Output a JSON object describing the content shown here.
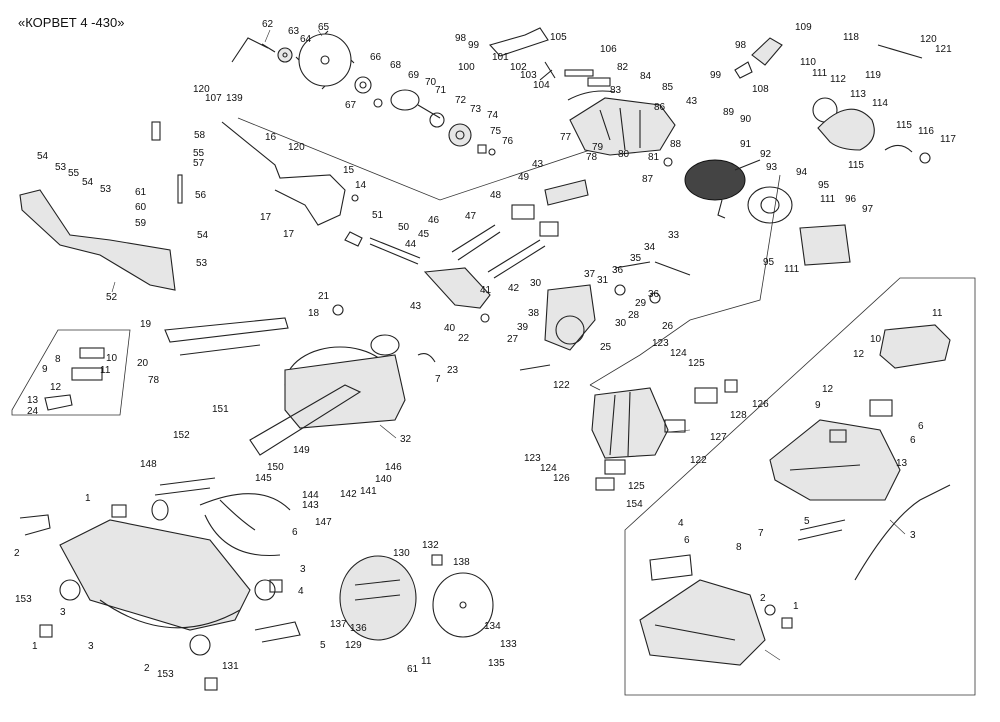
{
  "title": "«КОРВЕТ  4 -430»",
  "callouts": [
    {
      "id": "c62",
      "text": "62"
    },
    {
      "id": "c63",
      "text": "63"
    },
    {
      "id": "c64",
      "text": "64"
    },
    {
      "id": "c65",
      "text": "65"
    },
    {
      "id": "c66",
      "text": "66"
    },
    {
      "id": "c67",
      "text": "67"
    },
    {
      "id": "c68",
      "text": "68"
    },
    {
      "id": "c69",
      "text": "69"
    },
    {
      "id": "c70",
      "text": "70"
    },
    {
      "id": "c71",
      "text": "71"
    },
    {
      "id": "c72",
      "text": "72"
    },
    {
      "id": "c73",
      "text": "73"
    },
    {
      "id": "c74",
      "text": "74"
    },
    {
      "id": "c75",
      "text": "75"
    },
    {
      "id": "c76",
      "text": "76"
    },
    {
      "id": "c98a",
      "text": "98"
    },
    {
      "id": "c99a",
      "text": "99"
    },
    {
      "id": "c100",
      "text": "100"
    },
    {
      "id": "c101",
      "text": "101"
    },
    {
      "id": "c102",
      "text": "102"
    },
    {
      "id": "c103",
      "text": "103"
    },
    {
      "id": "c104",
      "text": "104"
    },
    {
      "id": "c105",
      "text": "105"
    },
    {
      "id": "c106",
      "text": "106"
    },
    {
      "id": "c82",
      "text": "82"
    },
    {
      "id": "c84",
      "text": "84"
    },
    {
      "id": "c83",
      "text": "83"
    },
    {
      "id": "c85",
      "text": "85"
    },
    {
      "id": "c86",
      "text": "86"
    },
    {
      "id": "c77",
      "text": "77"
    },
    {
      "id": "c79",
      "text": "79"
    },
    {
      "id": "c78",
      "text": "78"
    },
    {
      "id": "c80",
      "text": "80"
    },
    {
      "id": "c81",
      "text": "81"
    },
    {
      "id": "c87",
      "text": "87"
    },
    {
      "id": "c88",
      "text": "88"
    },
    {
      "id": "c89",
      "text": "89"
    },
    {
      "id": "c90",
      "text": "90"
    },
    {
      "id": "c91",
      "text": "91"
    },
    {
      "id": "c92",
      "text": "92"
    },
    {
      "id": "c93",
      "text": "93"
    },
    {
      "id": "c94",
      "text": "94"
    },
    {
      "id": "c43a",
      "text": "43"
    },
    {
      "id": "c99b",
      "text": "99"
    },
    {
      "id": "c98b",
      "text": "98"
    },
    {
      "id": "c108",
      "text": "108"
    },
    {
      "id": "c109",
      "text": "109"
    },
    {
      "id": "c110",
      "text": "110"
    },
    {
      "id": "c111a",
      "text": "111"
    },
    {
      "id": "c112",
      "text": "112"
    },
    {
      "id": "c113",
      "text": "113"
    },
    {
      "id": "c114",
      "text": "114"
    },
    {
      "id": "c118",
      "text": "118"
    },
    {
      "id": "c119",
      "text": "119"
    },
    {
      "id": "c120a",
      "text": "120"
    },
    {
      "id": "c121",
      "text": "121"
    },
    {
      "id": "c115a",
      "text": "115"
    },
    {
      "id": "c116",
      "text": "116"
    },
    {
      "id": "c117",
      "text": "117"
    },
    {
      "id": "c115b",
      "text": "115"
    },
    {
      "id": "c95a",
      "text": "95"
    },
    {
      "id": "c111b",
      "text": "111"
    },
    {
      "id": "c96",
      "text": "96"
    },
    {
      "id": "c97",
      "text": "97"
    },
    {
      "id": "c95b",
      "text": "95"
    },
    {
      "id": "c111c",
      "text": "111"
    },
    {
      "id": "c120b",
      "text": "120"
    },
    {
      "id": "c107",
      "text": "107"
    },
    {
      "id": "c139",
      "text": "139"
    },
    {
      "id": "c58",
      "text": "58"
    },
    {
      "id": "c55",
      "text": "55"
    },
    {
      "id": "c57",
      "text": "57"
    },
    {
      "id": "c16",
      "text": "16"
    },
    {
      "id": "c120c",
      "text": "120"
    },
    {
      "id": "c54a",
      "text": "54"
    },
    {
      "id": "c53a",
      "text": "53"
    },
    {
      "id": "c55b",
      "text": "55"
    },
    {
      "id": "c54b",
      "text": "54"
    },
    {
      "id": "c53b",
      "text": "53"
    },
    {
      "id": "c61a",
      "text": "61"
    },
    {
      "id": "c56",
      "text": "56"
    },
    {
      "id": "c60",
      "text": "60"
    },
    {
      "id": "c59",
      "text": "59"
    },
    {
      "id": "c54c",
      "text": "54"
    },
    {
      "id": "c53c",
      "text": "53"
    },
    {
      "id": "c52",
      "text": "52"
    },
    {
      "id": "c15",
      "text": "15"
    },
    {
      "id": "c14",
      "text": "14"
    },
    {
      "id": "c17a",
      "text": "17"
    },
    {
      "id": "c17b",
      "text": "17"
    },
    {
      "id": "c51",
      "text": "51"
    },
    {
      "id": "c50",
      "text": "50"
    },
    {
      "id": "c46",
      "text": "46"
    },
    {
      "id": "c45",
      "text": "45"
    },
    {
      "id": "c44",
      "text": "44"
    },
    {
      "id": "c47",
      "text": "47"
    },
    {
      "id": "c48",
      "text": "48"
    },
    {
      "id": "c49",
      "text": "49"
    },
    {
      "id": "c43b",
      "text": "43"
    },
    {
      "id": "c42",
      "text": "42"
    },
    {
      "id": "c43c",
      "text": "43"
    },
    {
      "id": "c41",
      "text": "41"
    },
    {
      "id": "c40",
      "text": "40"
    },
    {
      "id": "c22",
      "text": "22"
    },
    {
      "id": "c21",
      "text": "21"
    },
    {
      "id": "c18",
      "text": "18"
    },
    {
      "id": "c19",
      "text": "19"
    },
    {
      "id": "c20",
      "text": "20"
    },
    {
      "id": "c78b",
      "text": "78"
    },
    {
      "id": "c8",
      "text": "8"
    },
    {
      "id": "c10a",
      "text": "10"
    },
    {
      "id": "c9a",
      "text": "9"
    },
    {
      "id": "c11a",
      "text": "11"
    },
    {
      "id": "c12a",
      "text": "12"
    },
    {
      "id": "c13a",
      "text": "13"
    },
    {
      "id": "c24",
      "text": "24"
    },
    {
      "id": "c23",
      "text": "23"
    },
    {
      "id": "c7a",
      "text": "7"
    },
    {
      "id": "c32",
      "text": "32"
    },
    {
      "id": "c33",
      "text": "33"
    },
    {
      "id": "c34",
      "text": "34"
    },
    {
      "id": "c35",
      "text": "35"
    },
    {
      "id": "c36a",
      "text": "36"
    },
    {
      "id": "c37",
      "text": "37"
    },
    {
      "id": "c30a",
      "text": "30"
    },
    {
      "id": "c31",
      "text": "31"
    },
    {
      "id": "c36b",
      "text": "36"
    },
    {
      "id": "c38",
      "text": "38"
    },
    {
      "id": "c39",
      "text": "39"
    },
    {
      "id": "c27",
      "text": "27"
    },
    {
      "id": "c28",
      "text": "28"
    },
    {
      "id": "c30b",
      "text": "30"
    },
    {
      "id": "c29",
      "text": "29"
    },
    {
      "id": "c26",
      "text": "26"
    },
    {
      "id": "c25",
      "text": "25"
    },
    {
      "id": "c122a",
      "text": "122"
    },
    {
      "id": "c123a",
      "text": "123"
    },
    {
      "id": "c124a",
      "text": "124"
    },
    {
      "id": "c125a",
      "text": "125"
    },
    {
      "id": "c126a",
      "text": "126"
    },
    {
      "id": "c128",
      "text": "128"
    },
    {
      "id": "c127",
      "text": "127"
    },
    {
      "id": "c122b",
      "text": "122"
    },
    {
      "id": "c123b",
      "text": "123"
    },
    {
      "id": "c124b",
      "text": "124"
    },
    {
      "id": "c126b",
      "text": "126"
    },
    {
      "id": "c125b",
      "text": "125"
    },
    {
      "id": "c154",
      "text": "154"
    },
    {
      "id": "c151",
      "text": "151"
    },
    {
      "id": "c152",
      "text": "152"
    },
    {
      "id": "c148",
      "text": "148"
    },
    {
      "id": "c149",
      "text": "149"
    },
    {
      "id": "c150",
      "text": "150"
    },
    {
      "id": "c145",
      "text": "145"
    },
    {
      "id": "c144",
      "text": "144"
    },
    {
      "id": "c143",
      "text": "143"
    },
    {
      "id": "c142",
      "text": "142"
    },
    {
      "id": "c141",
      "text": "141"
    },
    {
      "id": "c140",
      "text": "140"
    },
    {
      "id": "c146",
      "text": "146"
    },
    {
      "id": "c147",
      "text": "147"
    },
    {
      "id": "c6a",
      "text": "6"
    },
    {
      "id": "c3a",
      "text": "3"
    },
    {
      "id": "c1a",
      "text": "1"
    },
    {
      "id": "c2a",
      "text": "2"
    },
    {
      "id": "c153a",
      "text": "153"
    },
    {
      "id": "c3b",
      "text": "3"
    },
    {
      "id": "c4a",
      "text": "4"
    },
    {
      "id": "c3c",
      "text": "3"
    },
    {
      "id": "c1b",
      "text": "1"
    },
    {
      "id": "c5a",
      "text": "5"
    },
    {
      "id": "c2b",
      "text": "2"
    },
    {
      "id": "c153b",
      "text": "153"
    },
    {
      "id": "c131",
      "text": "131"
    },
    {
      "id": "c132",
      "text": "132"
    },
    {
      "id": "c130",
      "text": "130"
    },
    {
      "id": "c138",
      "text": "138"
    },
    {
      "id": "c137",
      "text": "137"
    },
    {
      "id": "c136",
      "text": "136"
    },
    {
      "id": "c129",
      "text": "129"
    },
    {
      "id": "c134",
      "text": "134"
    },
    {
      "id": "c133",
      "text": "133"
    },
    {
      "id": "c135",
      "text": "135"
    },
    {
      "id": "c61b",
      "text": "61"
    },
    {
      "id": "c11b",
      "text": "11"
    },
    {
      "id": "c11c",
      "text": "11"
    },
    {
      "id": "c10b",
      "text": "10"
    },
    {
      "id": "c12b",
      "text": "12"
    },
    {
      "id": "c12c",
      "text": "12"
    },
    {
      "id": "c9b",
      "text": "9"
    },
    {
      "id": "c6b",
      "text": "6"
    },
    {
      "id": "c6c",
      "text": "6"
    },
    {
      "id": "c13b",
      "text": "13"
    },
    {
      "id": "c4b",
      "text": "4"
    },
    {
      "id": "c6d",
      "text": "6"
    },
    {
      "id": "c7b",
      "text": "7"
    },
    {
      "id": "c5b",
      "text": "5"
    },
    {
      "id": "c8b",
      "text": "8"
    },
    {
      "id": "c3d",
      "text": "3"
    },
    {
      "id": "c2c",
      "text": "2"
    },
    {
      "id": "c1c",
      "text": "1"
    }
  ]
}
